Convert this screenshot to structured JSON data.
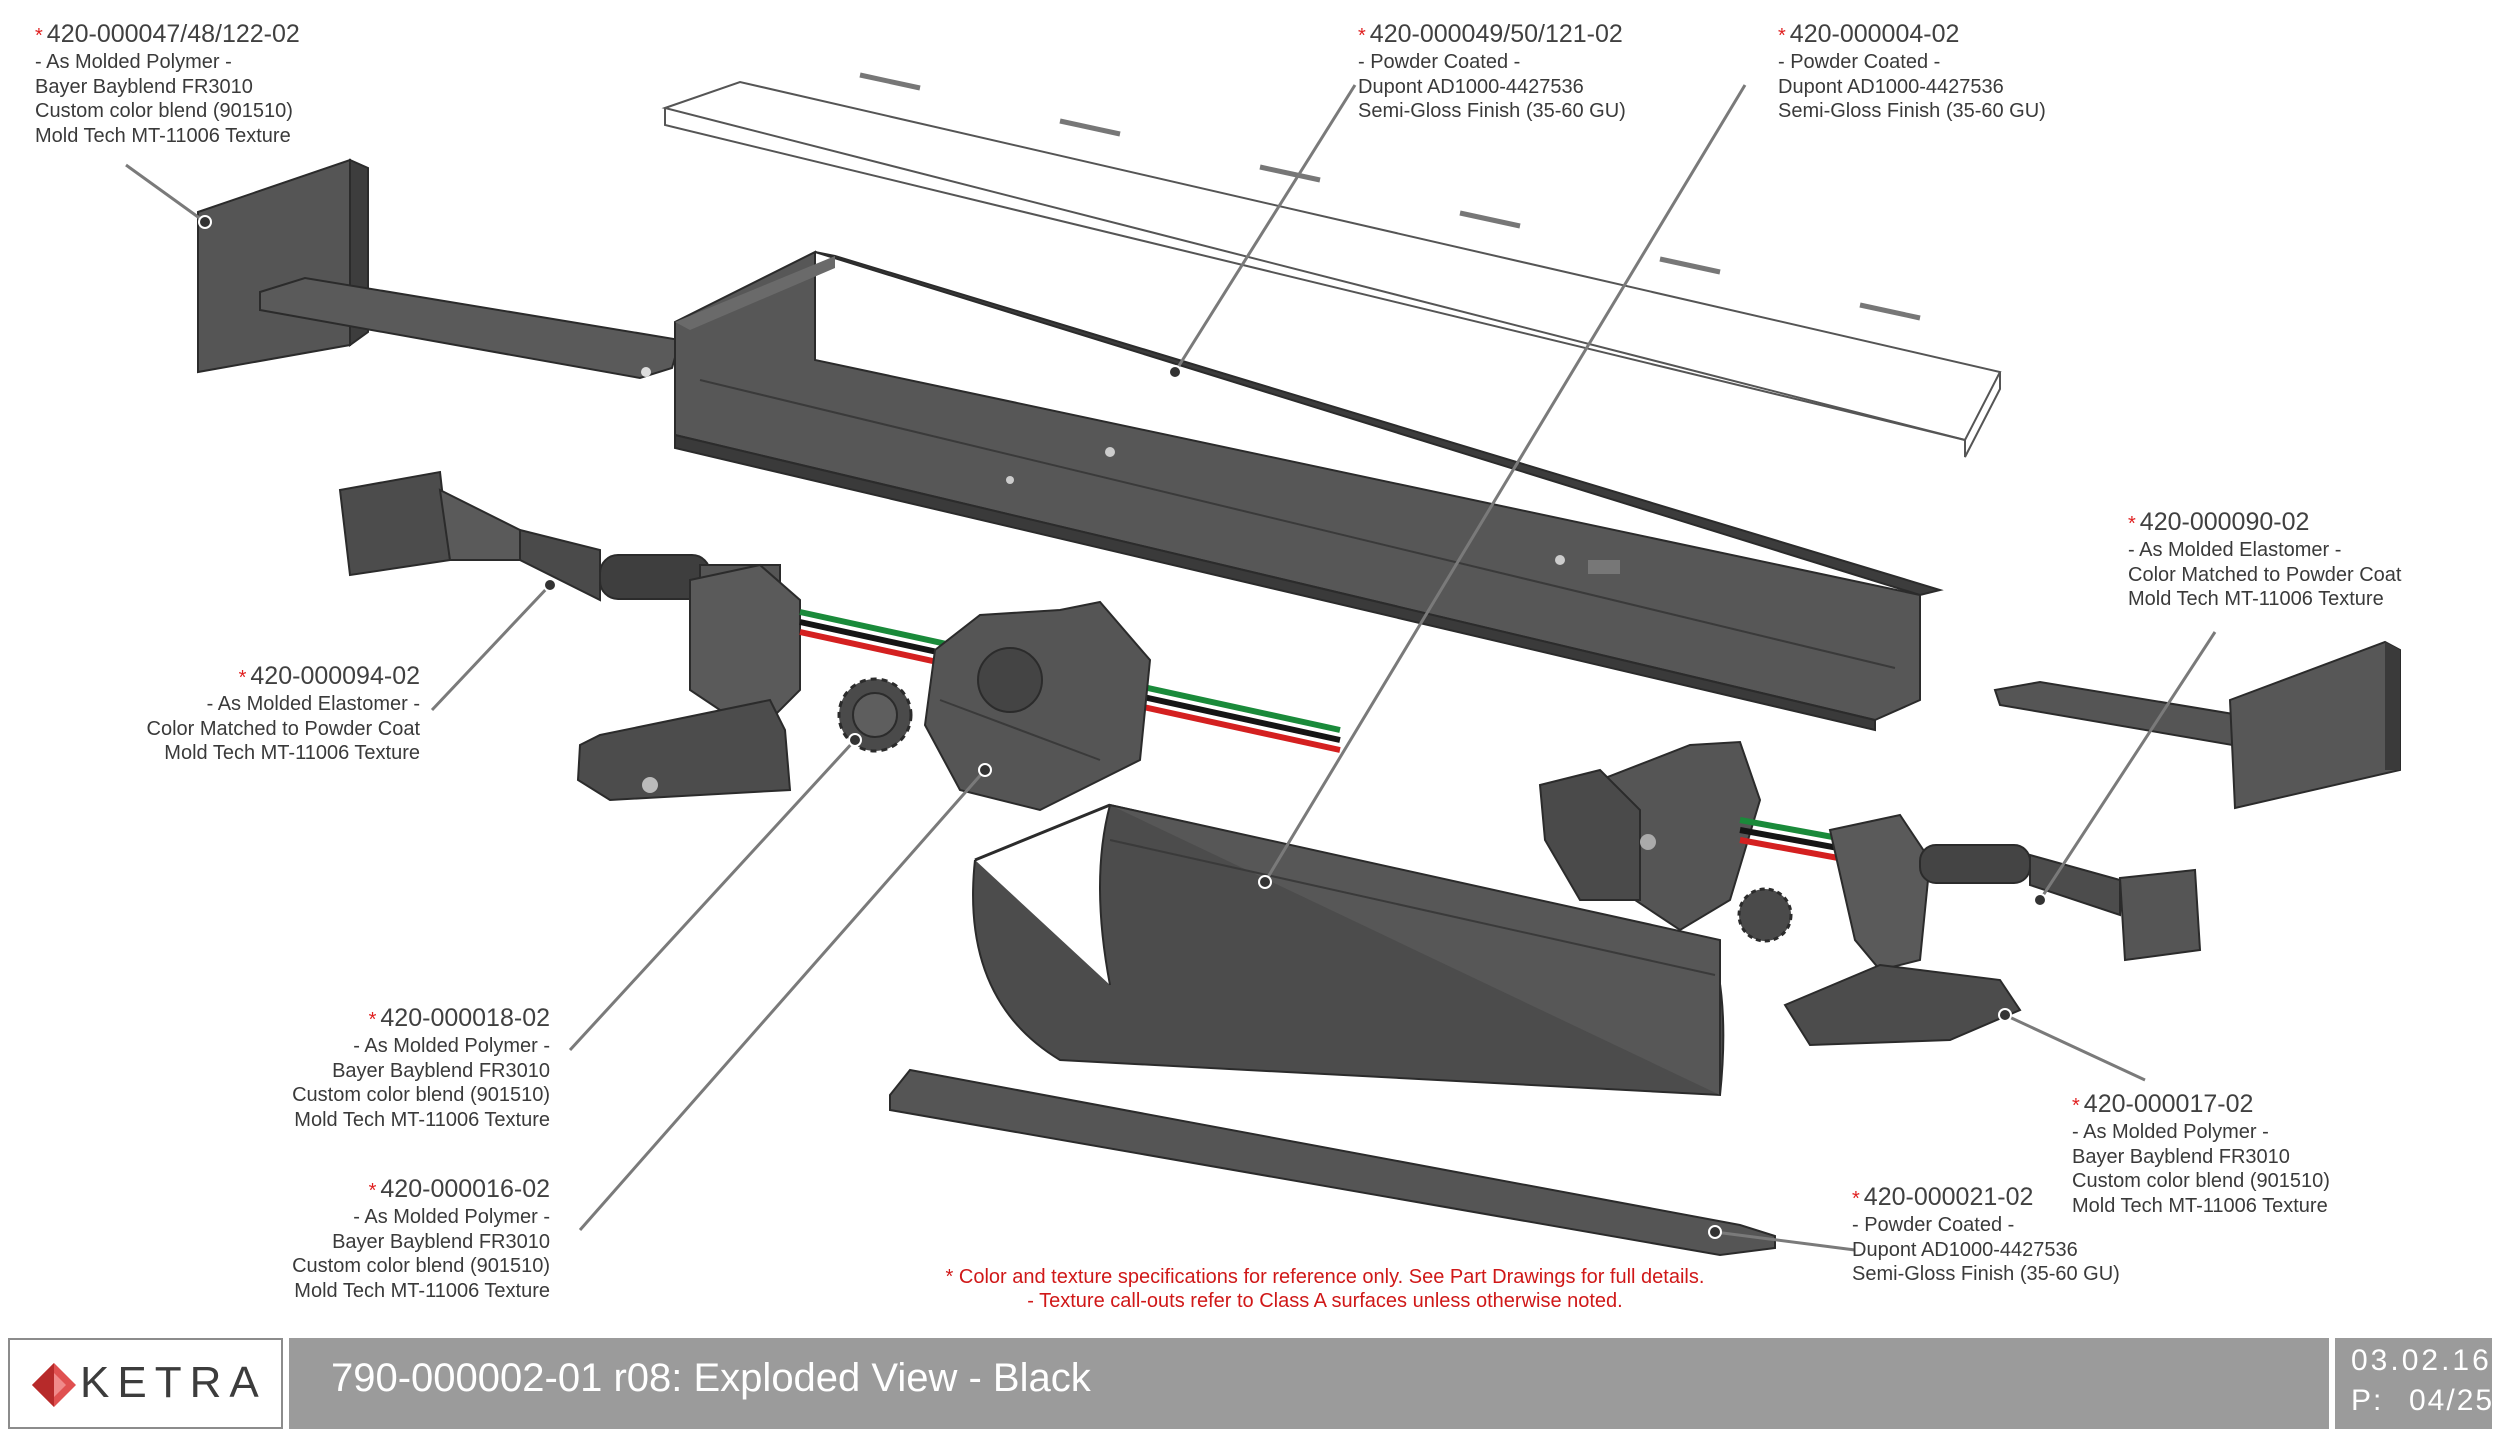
{
  "callouts": [
    {
      "id": "c1",
      "part": "420-000047/48/122-02",
      "lines": [
        "- As Molded Polymer -",
        "Bayer Bayblend FR3010",
        "Custom color blend (901510)",
        "Mold Tech MT-11006 Texture"
      ]
    },
    {
      "id": "c2",
      "part": "420-000049/50/121-02",
      "lines": [
        "- Powder Coated -",
        "Dupont AD1000-4427536",
        "Semi-Gloss Finish (35-60 GU)"
      ]
    },
    {
      "id": "c3",
      "part": "420-000004-02",
      "lines": [
        "- Powder Coated -",
        "Dupont AD1000-4427536",
        "Semi-Gloss Finish (35-60 GU)"
      ]
    },
    {
      "id": "c4",
      "part": "420-000090-02",
      "lines": [
        "- As Molded Elastomer -",
        "Color Matched to Powder Coat",
        "Mold Tech MT-11006 Texture"
      ]
    },
    {
      "id": "c5",
      "part": "420-000094-02",
      "lines": [
        "- As Molded Elastomer -",
        "Color Matched to Powder Coat",
        "Mold Tech MT-11006 Texture"
      ]
    },
    {
      "id": "c6",
      "part": "420-000018-02",
      "lines": [
        "- As Molded Polymer -",
        "Bayer Bayblend FR3010",
        "Custom color blend (901510)",
        "Mold Tech MT-11006 Texture"
      ]
    },
    {
      "id": "c7",
      "part": "420-000016-02",
      "lines": [
        "- As Molded Polymer -",
        "Bayer Bayblend FR3010",
        "Custom color blend (901510)",
        "Mold Tech MT-11006 Texture"
      ]
    },
    {
      "id": "c8",
      "part": "420-000017-02",
      "lines": [
        "- As Molded Polymer -",
        "Bayer Bayblend FR3010",
        "Custom color blend (901510)",
        "Mold Tech MT-11006 Texture"
      ]
    },
    {
      "id": "c9",
      "part": "420-000021-02",
      "lines": [
        "- Powder Coated -",
        "Dupont AD1000-4427536",
        "Semi-Gloss Finish (35-60 GU)"
      ]
    }
  ],
  "note": {
    "line1": "Color and texture specifications for reference only. See Part Drawings for full details.",
    "line2": "- Texture call-outs refer to Class A surfaces unless otherwise noted."
  },
  "title_block": {
    "logo": "KETRA",
    "title": "790-000002-01 r08: Exploded View - Black",
    "date": "03.02.16",
    "page_label": "P:",
    "page": "04/25"
  },
  "colors": {
    "part_dark": "#4a4a4a",
    "part_mid": "#5c5c5c",
    "part_light": "#767676",
    "edge": "#2b2b2b",
    "leader": "#7a7a7a",
    "star": "#e02020",
    "title_bar": "#9b9b9b",
    "wire_green": "#1a8a3a",
    "wire_red": "#d42020",
    "wire_black": "#151515"
  }
}
